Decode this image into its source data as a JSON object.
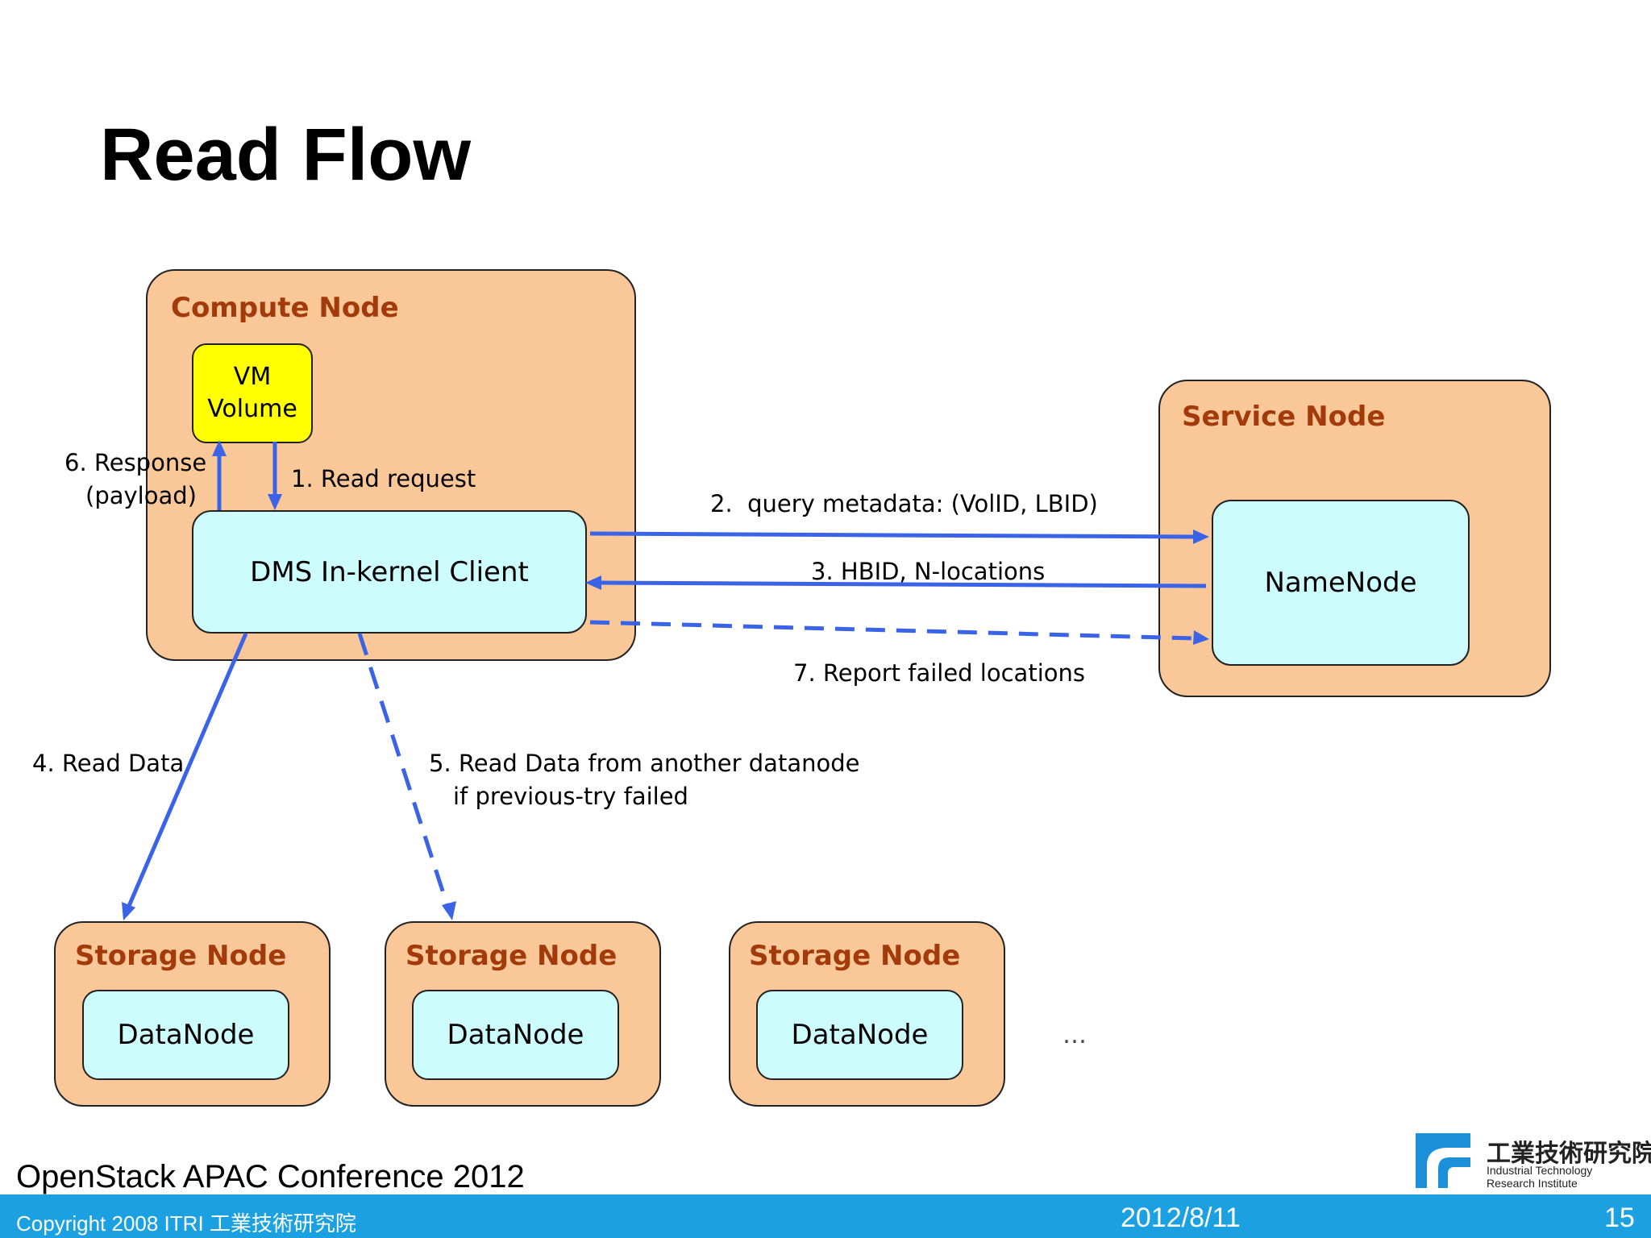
{
  "slide": {
    "title": "Read Flow",
    "conference": "OpenStack APAC Conference 2012",
    "copyright": "Copyright 2008 ITRI  工業技術研究院",
    "date": "2012/8/11",
    "page_number": "15"
  },
  "logo": {
    "name_cn": "工業技術研究院",
    "name_en_line1": "Industrial Technology",
    "name_en_line2": "Research Institute"
  },
  "diagram": {
    "compute_node": {
      "label": "Compute Node",
      "vm_volume_line1": "VM",
      "vm_volume_line2": "Volume",
      "client": "DMS In-kernel Client"
    },
    "service_node": {
      "label": "Service Node",
      "namenode": "NameNode"
    },
    "storage_nodes": [
      {
        "label": "Storage Node",
        "datanode": "DataNode"
      },
      {
        "label": "Storage Node",
        "datanode": "DataNode"
      },
      {
        "label": "Storage Node",
        "datanode": "DataNode"
      }
    ],
    "ellipsis": "…",
    "steps": {
      "s1": "1. Read request",
      "s2": "2.  query metadata: (VolID, LBID)",
      "s3": "3. HBID, N-locations",
      "s4": "4. Read Data",
      "s5_line1": "5. Read Data from another datanode",
      "s5_line2": "if previous-try failed",
      "s6_line1": "6. Response",
      "s6_line2": "(payload)",
      "s7": "7. Report failed locations"
    }
  },
  "colors": {
    "node_fill": "#fac898",
    "inner_fill": "#ccfcfc",
    "volume_fill": "#ffff00",
    "node_label": "#a23a0a",
    "arrow": "#3b63e8",
    "footer": "#1ba1e2"
  }
}
